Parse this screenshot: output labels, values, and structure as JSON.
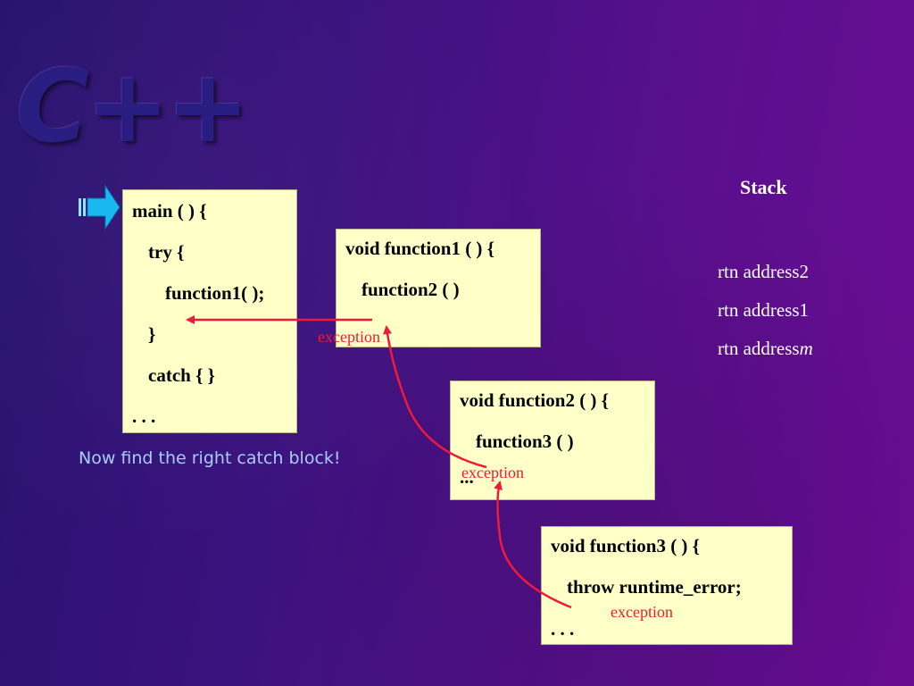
{
  "logo": "C++",
  "boxes": {
    "main": [
      "main ( ) {",
      "try {",
      "function1( );",
      "}",
      "catch { }",
      ". . ."
    ],
    "function1": [
      "void function1 ( ) {",
      "function2 ( )"
    ],
    "function2": [
      "void function2 ( ) {",
      "function3 ( )",
      "..."
    ],
    "function3": [
      "void function3 ( ) {",
      "throw runtime_error;",
      ". . ."
    ]
  },
  "exception_label": "exception",
  "stack": {
    "title": "Stack",
    "items": [
      "rtn address2",
      "rtn address1"
    ],
    "last_item_prefix": "rtn address",
    "last_item_italic": "m"
  },
  "caption": "Now find the right catch block!",
  "colors": {
    "box_fill": "#ffffc8",
    "exception": "#ee1a3a",
    "caption": "#a9ccff",
    "pointer": "#19b8f0"
  },
  "icons": [
    "pointer-arrow-icon"
  ]
}
